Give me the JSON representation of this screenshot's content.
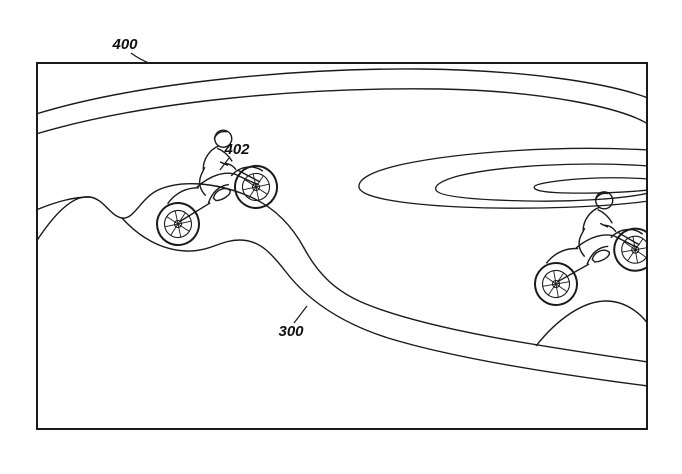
{
  "figure": {
    "labels": {
      "frame_ref": "400",
      "motorcycle_ref": "402",
      "track_ref": "300"
    }
  },
  "colors": {
    "line": "#1a1a1a",
    "background": "#ffffff"
  }
}
